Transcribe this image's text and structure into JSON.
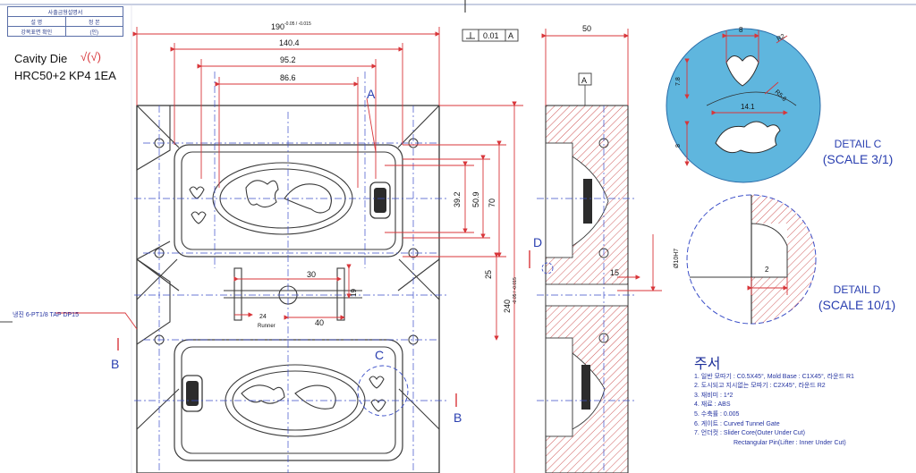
{
  "title_block": {
    "header": "사출금형설명서",
    "row1": [
      "설 명",
      "정 본"
    ],
    "row2": [
      "강목표면 확인",
      "(인)"
    ]
  },
  "part": {
    "name_line": "Cavity Die",
    "spec_line": "HRC50+2  KP4  1EA"
  },
  "dims": {
    "d190": "190",
    "d190_tol": "-0.05 / -0.015",
    "d140": "140.4",
    "d95": "95.2",
    "d86": "86.6",
    "d39": "39.2",
    "d50": "50.9",
    "d70": "70",
    "d30": "30",
    "d19": "19",
    "d24": "24",
    "runner": "Runner",
    "d40": "40",
    "d25": "25",
    "d240": "240",
    "d240_tol": "-0.05 / -0.015",
    "tol_flat": "0.01",
    "datum": "A",
    "top50": "50",
    "d15": "15",
    "d10h7": "Ø10H7",
    "tap_note": "냉진 6-PT1/8 TAP DP15",
    "det_c_8": "8",
    "det_c_r2": "R2",
    "det_c_78": "7.8",
    "det_c_r56": "R5.6",
    "det_c_141": "14.1",
    "det_c_8b": "8",
    "det_d_2": "2"
  },
  "labels": {
    "a": "A",
    "b1": "B",
    "b2": "B",
    "c": "C",
    "d": "D",
    "datum_a": "A"
  },
  "details": {
    "c_title": "DETAIL C",
    "c_scale": "(SCALE 3/1)",
    "d_title": "DETAIL D",
    "d_scale": "(SCALE 10/1)"
  },
  "notes": {
    "heading": "주서",
    "items": [
      "1. 일반 모따기 : C0.5X45°, Mold Base : C1X45°, 라운드 R1",
      "2. 도시되고 지시없는 모따기 : C2X45°, 라운드 R2",
      "3. 재비미 : 1*2",
      "4. 재료 : ABS",
      "5. 수축률 : 0.005",
      "6. 게이트 : Curved Tunnel Gate",
      "7. 언더컷 : Slider Core(Outer Under Cut)",
      "Rectangular Pin(Lifter : Inner Under Cut)"
    ]
  },
  "colors": {
    "dim_red": "#d8363a",
    "outline": "#3a3a3a",
    "blue_center": "#3b4fc8",
    "hatch": "#c94a4a",
    "detail_fill": "#5fb6de"
  }
}
